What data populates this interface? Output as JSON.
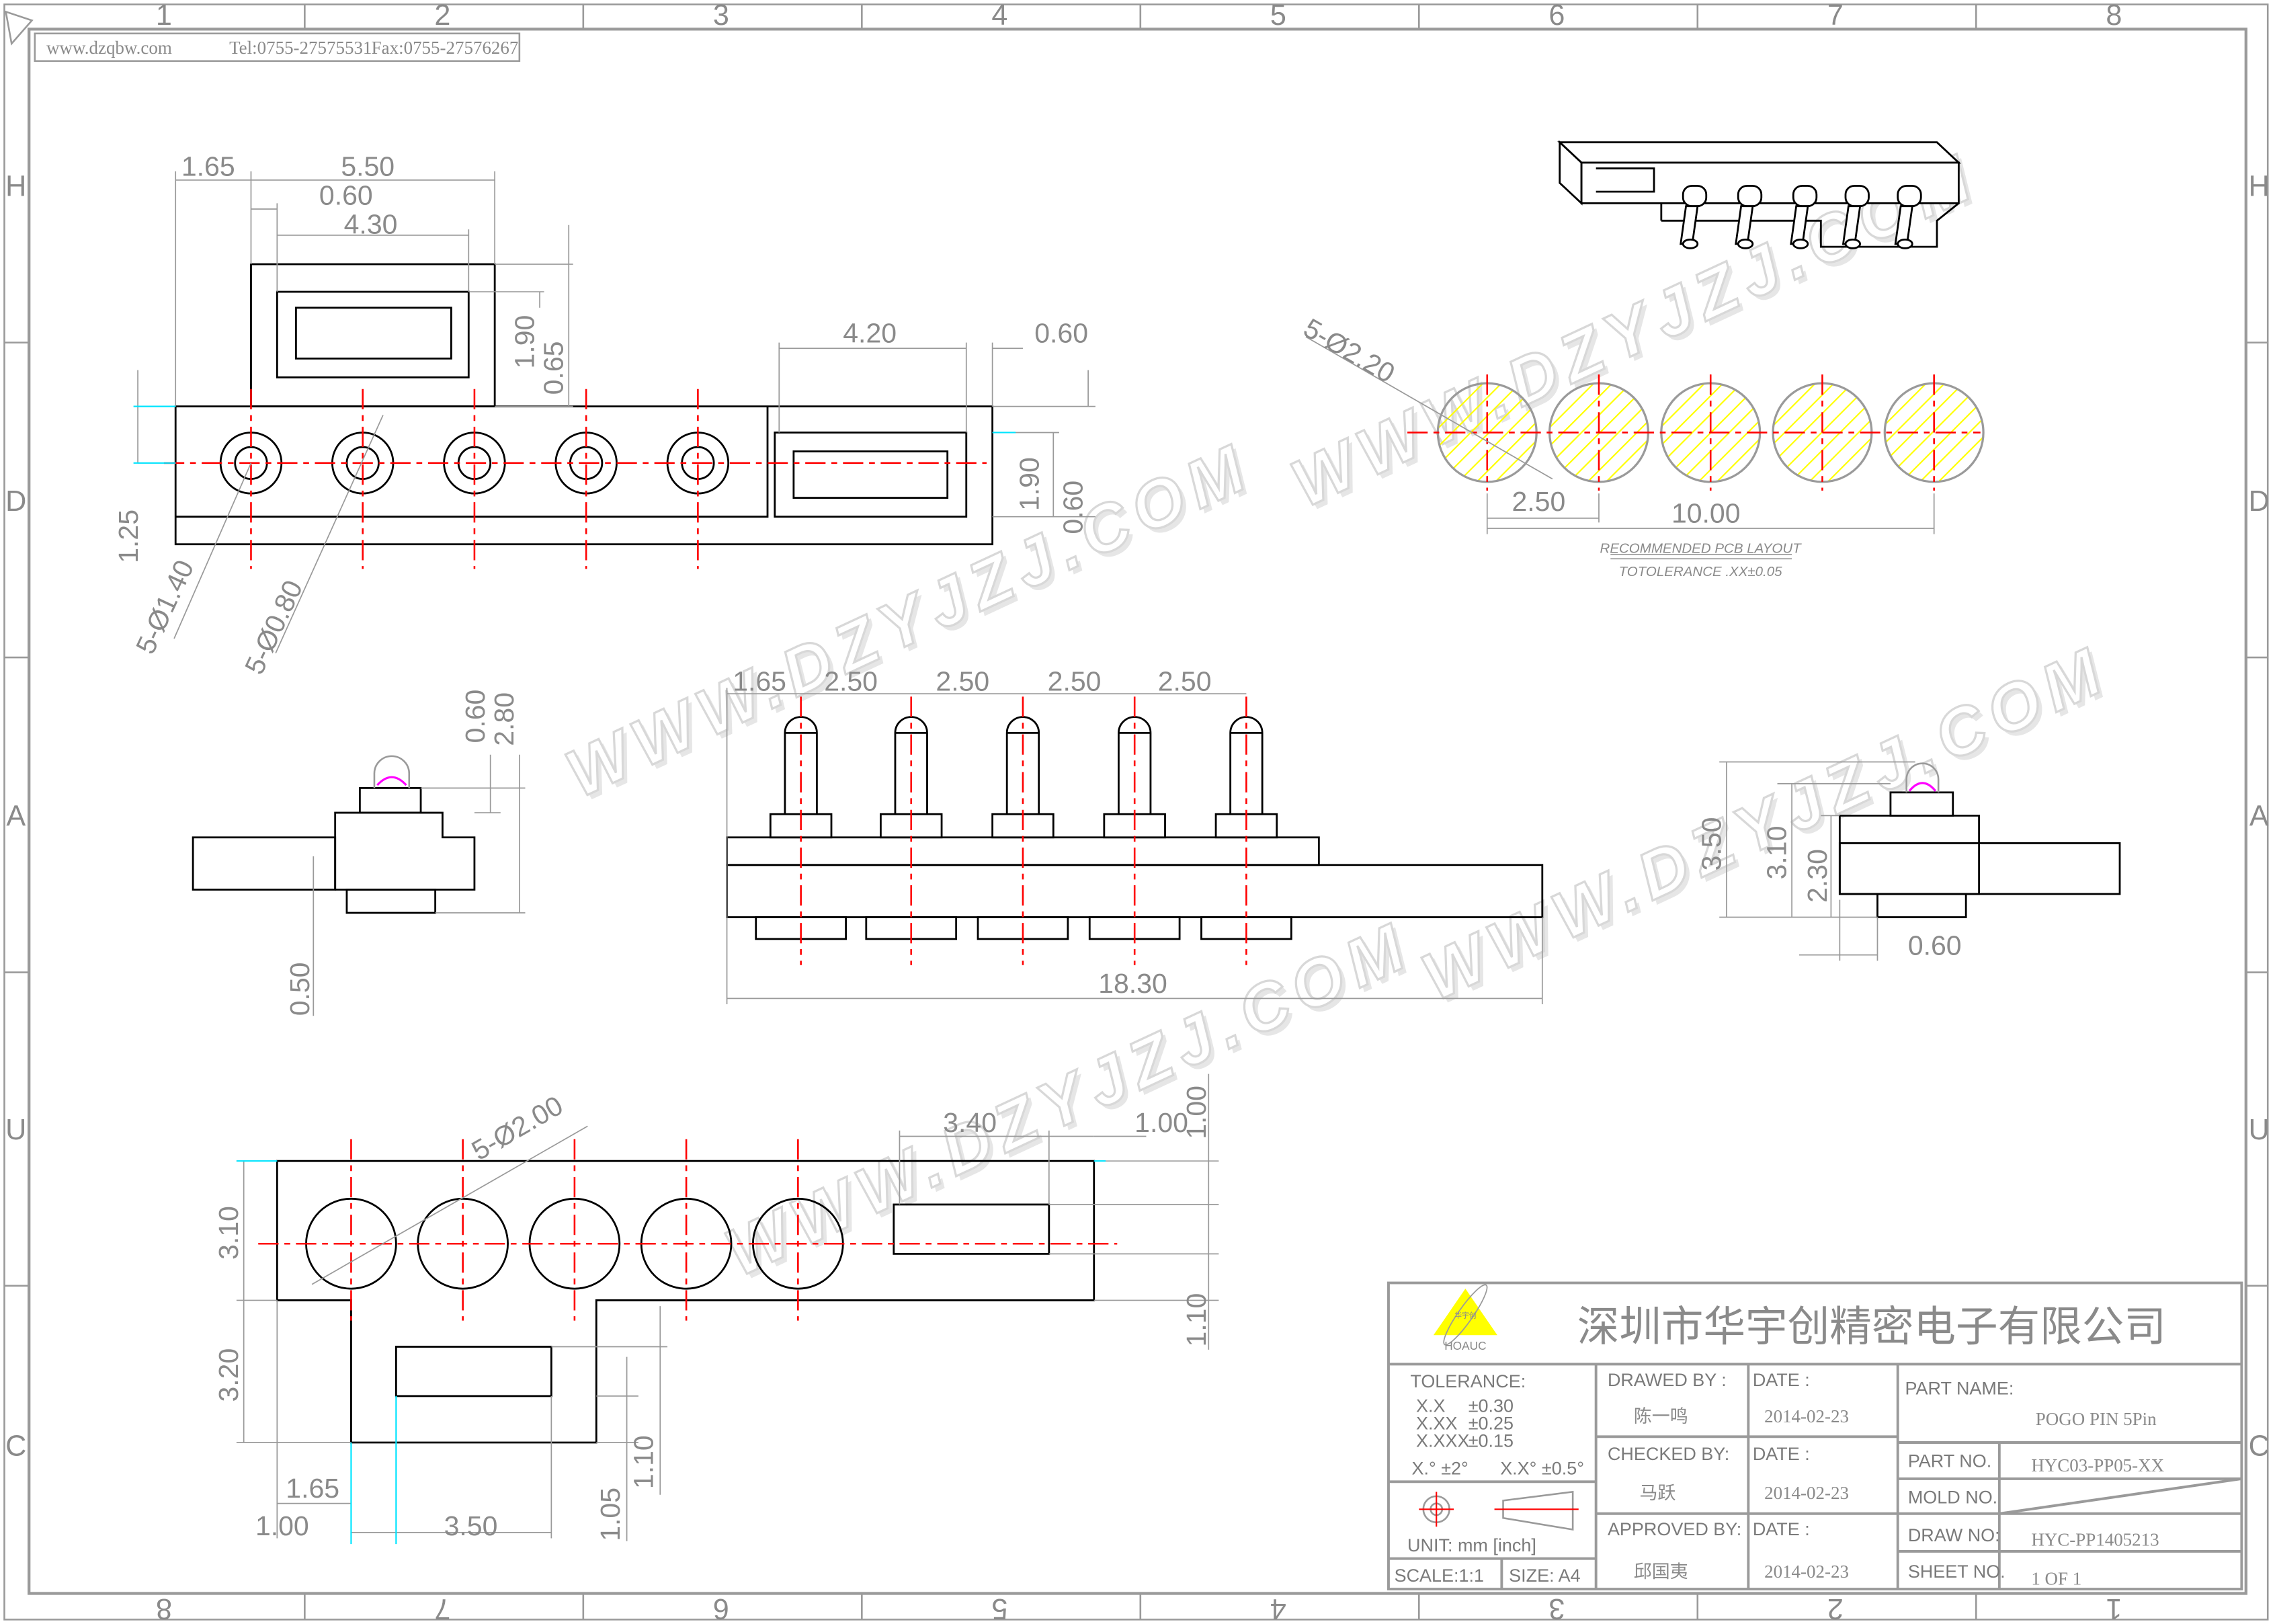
{
  "header": {
    "website": "www.dzqbw.com",
    "tel": "Tel:0755-27575531",
    "fax": "Fax:0755-27576267"
  },
  "zones": {
    "top": [
      "1",
      "2",
      "3",
      "4",
      "5",
      "6",
      "7",
      "8"
    ],
    "bottom": [
      "8",
      "7",
      "6",
      "5",
      "4",
      "3",
      "2",
      "1"
    ],
    "side": [
      "H",
      "D",
      "A",
      "U",
      "C"
    ]
  },
  "watermark": "WWW.DZYJZJ.COM",
  "top_view": {
    "dims": [
      "1.65",
      "5.50",
      "0.60",
      "4.30",
      "1.90",
      "0.65",
      "4.20",
      "0.60",
      "1.90",
      "0.60",
      "1.25",
      "5-Ø1.40",
      "5-Ø0.80"
    ]
  },
  "pcb_layout": {
    "hole_label": "5-Ø2.20",
    "pitch": "2.50",
    "span": "10.00",
    "title": "RECOMMENDED  PCB  LAYOUT",
    "tolerance": "TOTOLERANCE  .XX±0.05"
  },
  "left_side_view": {
    "dims": [
      "0.60",
      "2.80",
      "0.50"
    ]
  },
  "front_view": {
    "dims": [
      "1.65",
      "2.50",
      "2.50",
      "2.50",
      "2.50",
      "18.30"
    ]
  },
  "right_side_view": {
    "dims": [
      "3.50",
      "3.10",
      "2.30",
      "0.60"
    ]
  },
  "bottom_view": {
    "dims": [
      "5-Ø2.00",
      "3.40",
      "1.00",
      "1.00",
      "1.10",
      "3.10",
      "3.20",
      "1.65",
      "1.00",
      "3.50",
      "1.05",
      "1.10"
    ]
  },
  "title_block": {
    "company": "深圳市华宇创精密电子有限公司",
    "logo_text": "HOAUC",
    "logo_inner": "华宇创",
    "tolerance_label": "TOLERANCE:",
    "tol_rows": [
      [
        "X.X",
        "±0.30"
      ],
      [
        "X.XX",
        "±0.25"
      ],
      [
        "X.XXX",
        "±0.15"
      ]
    ],
    "angle_tol": [
      "X.° ±2°",
      "X.X° ±0.5°"
    ],
    "unit": "UNIT:  mm  [inch]",
    "scale": "SCALE:1:1",
    "size": "SIZE:  A4",
    "drawn_by_label": "DRAWED  BY :",
    "drawn_by": "陈一鸣",
    "checked_by_label": "CHECKED  BY:",
    "checked_by": "马跃",
    "approved_by_label": "APPROVED  BY:",
    "approved_by": "邱国夷",
    "date_label": "DATE  :",
    "dates": [
      "2014-02-23",
      "2014-02-23",
      "2014-02-23"
    ],
    "part_name_label": "PART  NAME:",
    "part_name": "POGO PIN 5Pin",
    "part_no_label": "PART  NO.",
    "part_no": "HYC03-PP05-XX",
    "mold_no_label": "MOLD  NO.",
    "draw_no_label": "DRAW  NO:",
    "draw_no": "HYC-PP1405213",
    "sheet_no_label": "SHEET  NO.",
    "sheet_no": "1  OF  1"
  },
  "colors": {
    "outline": "#000000",
    "centerline": "#ff0000",
    "frame": "#9a9a9a",
    "pad_hatch": "#ffff00",
    "contact": "#ff00ff"
  }
}
